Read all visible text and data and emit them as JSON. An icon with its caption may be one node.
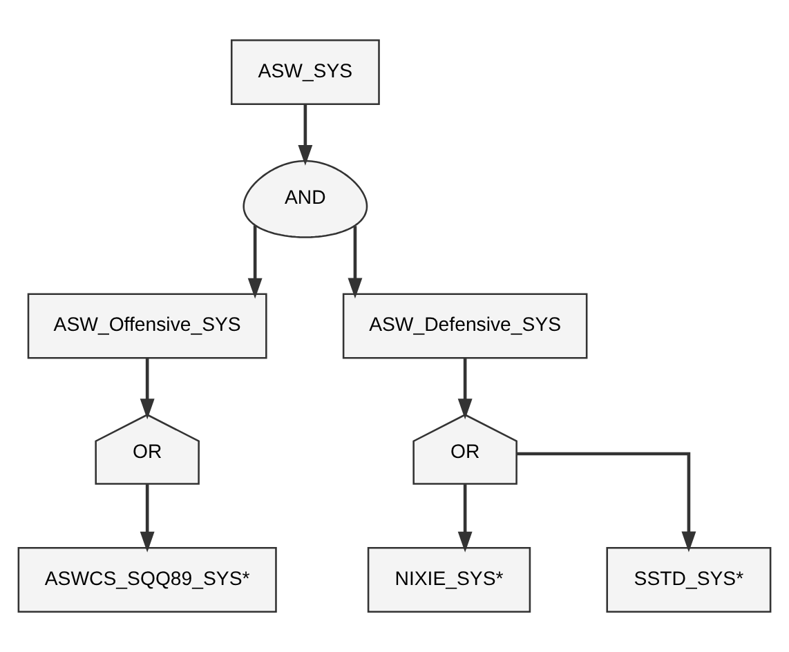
{
  "diagram": {
    "nodes": [
      {
        "text": [
          "ASW_SYS"
        ]
      },
      {
        "text": [
          "AND"
        ]
      },
      {
        "text": [
          "ASW_Offensive_SYS"
        ]
      },
      {
        "text": [
          "ASW_Defensive_SYS"
        ]
      },
      {
        "text": [
          "OR"
        ]
      },
      {
        "text": [
          "OR"
        ]
      },
      {
        "text": [
          "ASWCS_SQQ89_SYS*"
        ]
      },
      {
        "text": [
          "NIXIE_SYS*"
        ]
      },
      {
        "text": [
          "SSTD_SYS*"
        ]
      }
    ],
    "edges": [
      {
        "from": 0,
        "to": 1,
        "arrow": "to"
      },
      {
        "from": 1,
        "to": 2,
        "arrow": "to"
      },
      {
        "from": 1,
        "to": 3,
        "arrow": "to"
      },
      {
        "from": 2,
        "to": 4,
        "arrow": "to"
      },
      {
        "from": 3,
        "to": 5,
        "arrow": "to"
      },
      {
        "from": 4,
        "to": 6,
        "arrow": "to"
      },
      {
        "from": 5,
        "to": 7,
        "arrow": "to"
      },
      {
        "from": 5,
        "to": 8,
        "arrow": "to"
      }
    ]
  }
}
